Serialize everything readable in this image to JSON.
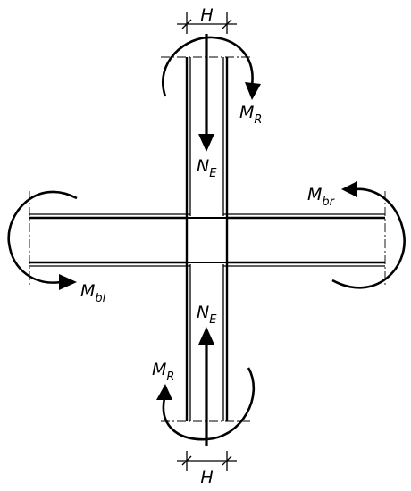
{
  "labels": {
    "width_top": "H",
    "width_bottom": "H",
    "moment_top": {
      "main": "M",
      "sub": "R"
    },
    "moment_bottom": {
      "main": "M",
      "sub": "R"
    },
    "moment_right": {
      "main": "M",
      "sub": "br"
    },
    "moment_left": {
      "main": "M",
      "sub": "bl"
    },
    "axial_top": {
      "main": "N",
      "sub": "E"
    },
    "axial_bottom": {
      "main": "N",
      "sub": "E"
    }
  }
}
